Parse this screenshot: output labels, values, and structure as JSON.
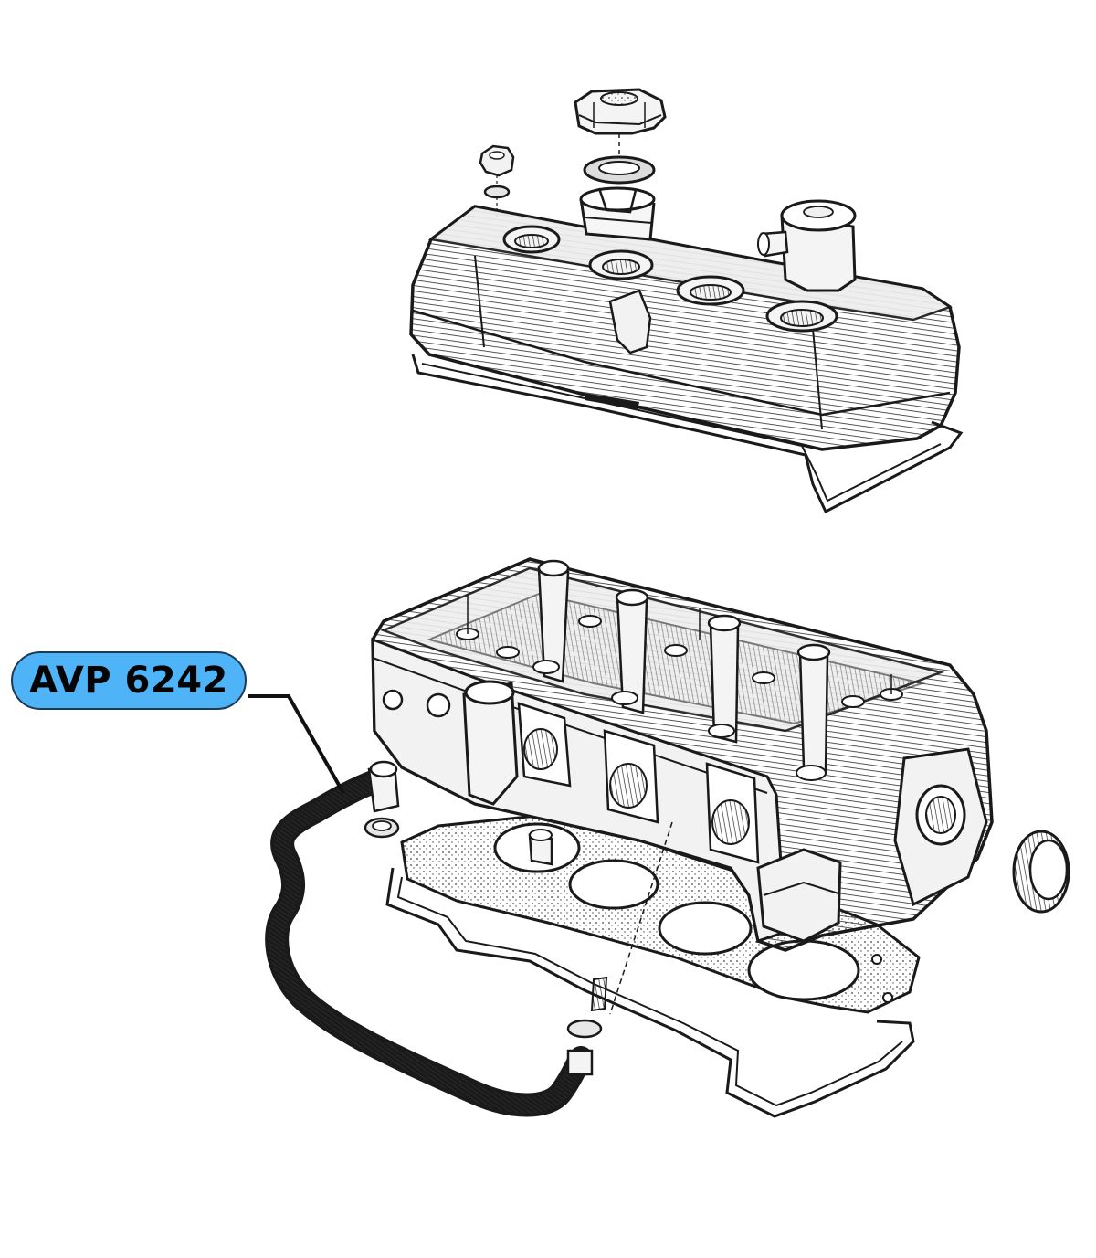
{
  "diagram": {
    "callout": {
      "part_number": "AVP 6242",
      "target": "breather-hose"
    },
    "components": [
      "oil-filler-cap",
      "filler-cap-seal",
      "cover-nut",
      "cover-washer",
      "valve-cover",
      "breather-outlet",
      "valve-cover-gasket",
      "cylinder-head",
      "camshaft-bearing-towers",
      "head-gasket",
      "breather-hose",
      "hose-clip",
      "head-stud",
      "stud-washer",
      "core-plug"
    ],
    "colors": {
      "callout_fill": "#4fb3f7",
      "callout_border": "#1c3b57",
      "ink": "#1a1a1a"
    }
  }
}
